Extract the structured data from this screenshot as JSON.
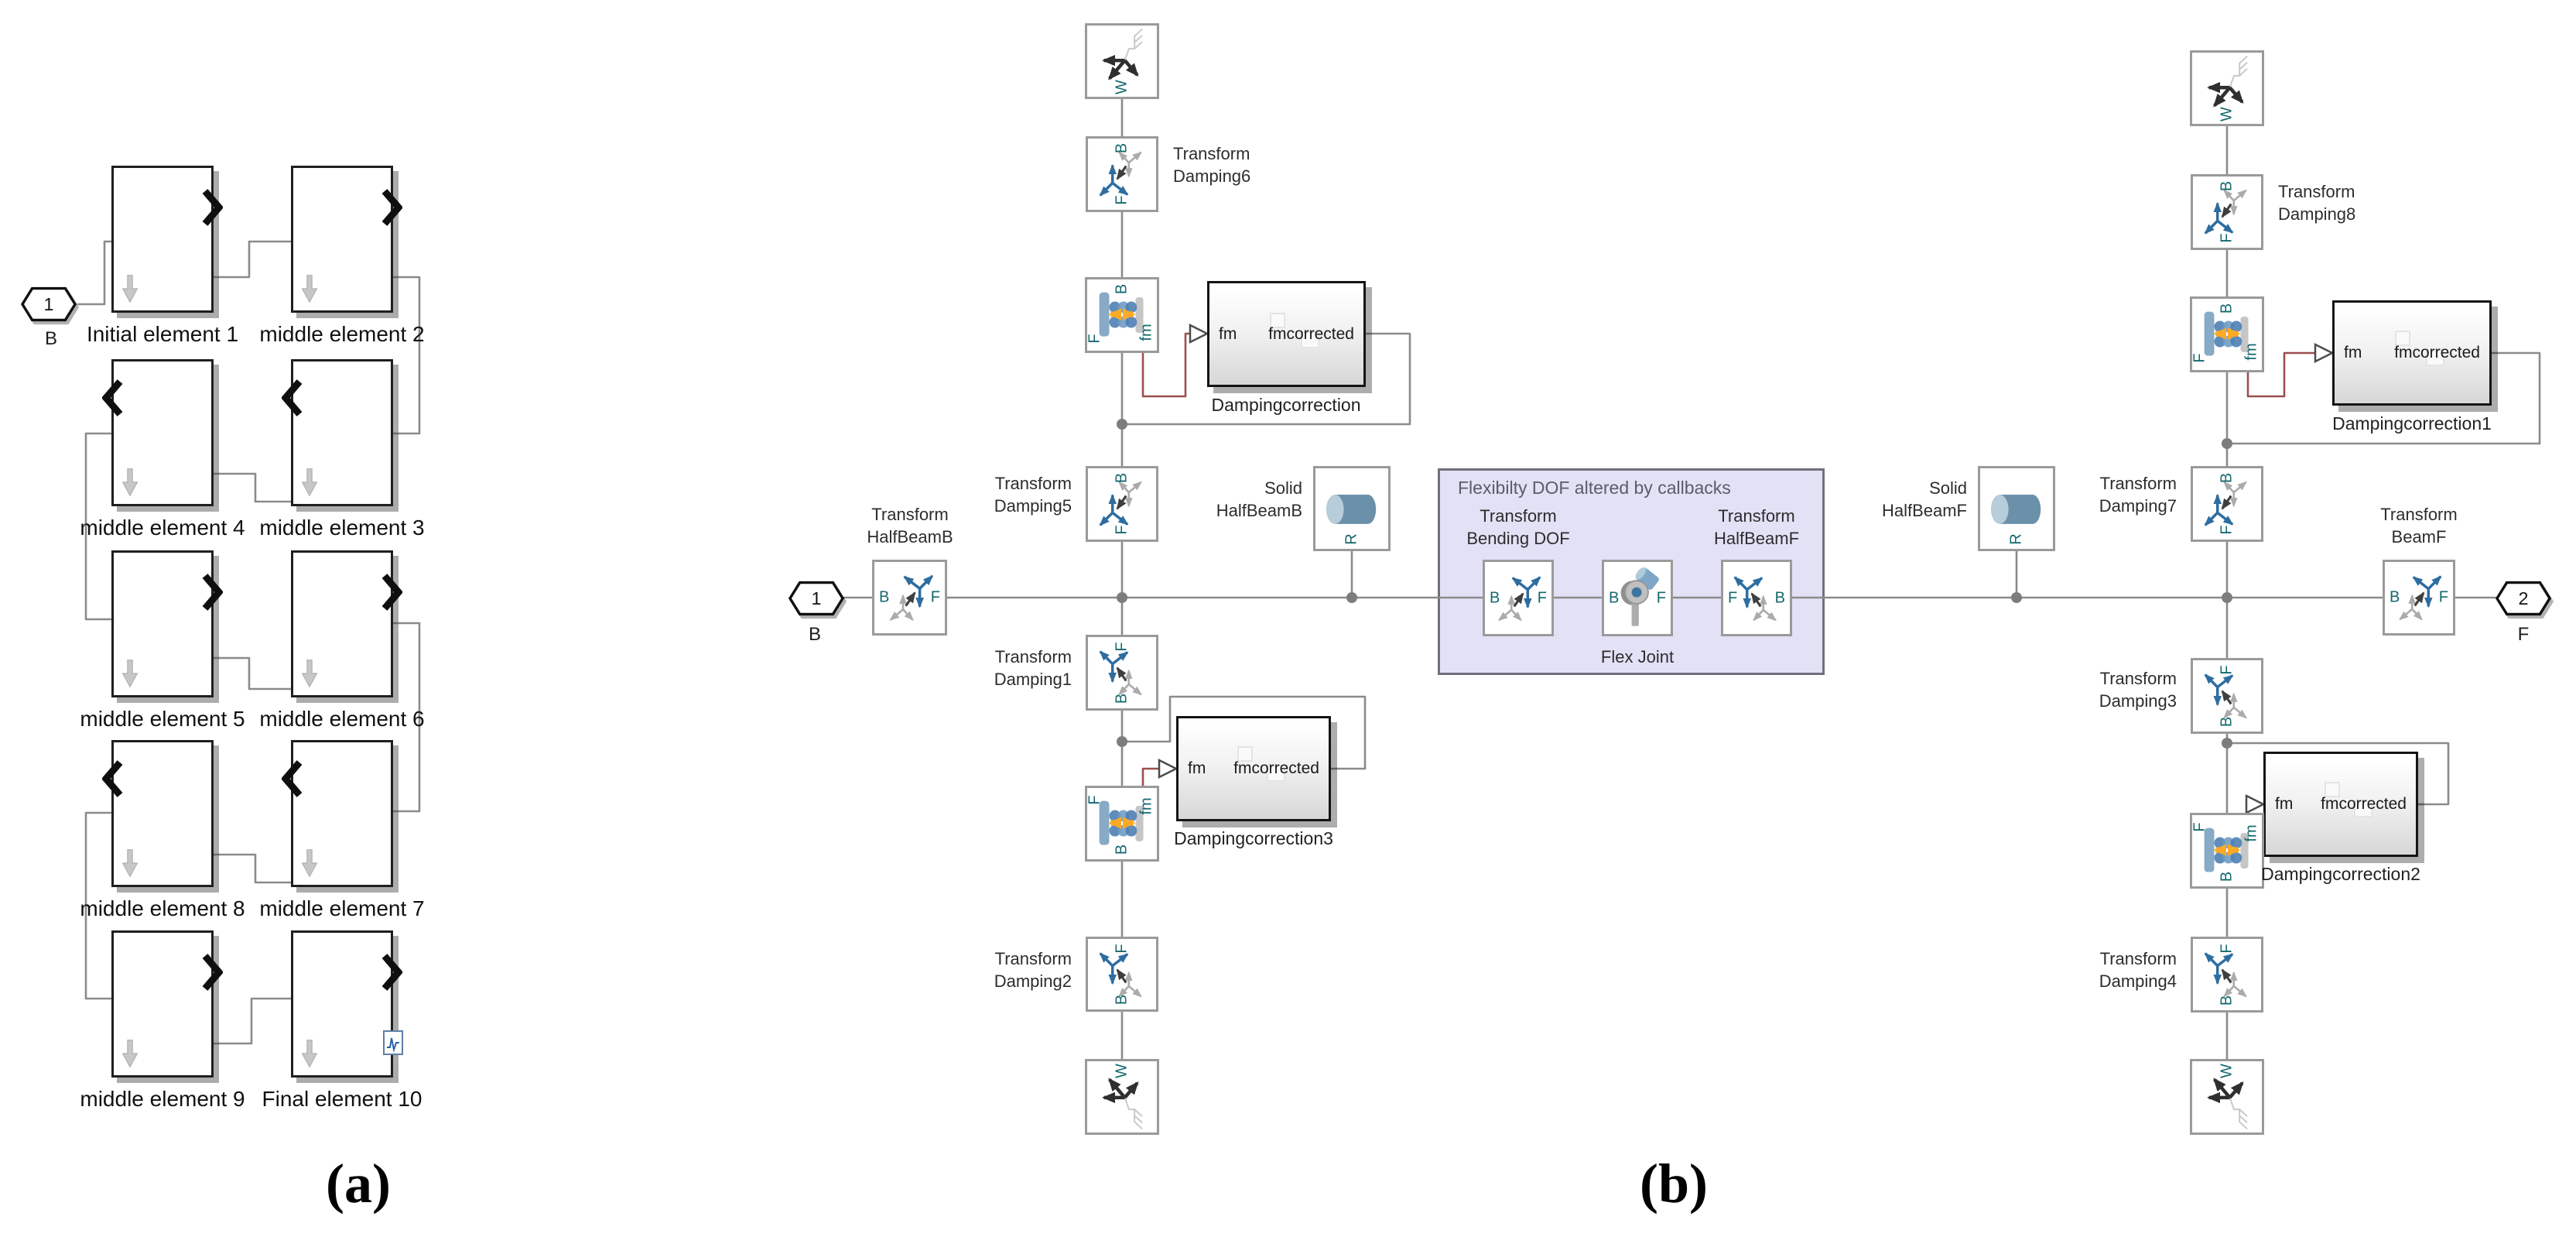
{
  "panel_a": {
    "caption": "(a)",
    "port": {
      "number": "1",
      "label": "B"
    },
    "blocks": [
      {
        "label": "Initial element 1"
      },
      {
        "label": "middle element 2"
      },
      {
        "label": "middle element 3"
      },
      {
        "label": "middle element 4"
      },
      {
        "label": "middle element 5"
      },
      {
        "label": "middle element 6"
      },
      {
        "label": "middle element 7"
      },
      {
        "label": "middle element 8"
      },
      {
        "label": "middle element 9"
      },
      {
        "label": "Final element 10"
      }
    ]
  },
  "panel_b": {
    "caption": "(b)",
    "port_in": {
      "number": "1",
      "label": "B"
    },
    "port_out": {
      "number": "2",
      "label": "F"
    },
    "region_title": "Flexibilty DOF altered by callbacks",
    "io": {
      "input": "fm",
      "output": "fmcorrected"
    },
    "letters": {
      "b": "B",
      "f": "F",
      "w": "W",
      "r": "R",
      "fm": "fm"
    },
    "labels": {
      "damping6": {
        "l1": "Transform",
        "l2": "Damping6"
      },
      "damping8": {
        "l1": "Transform",
        "l2": "Damping8"
      },
      "damping5": {
        "l1": "Transform",
        "l2": "Damping5"
      },
      "damping7": {
        "l1": "Transform",
        "l2": "Damping7"
      },
      "damping1": {
        "l1": "Transform",
        "l2": "Damping1"
      },
      "damping2": {
        "l1": "Transform",
        "l2": "Damping2"
      },
      "damping3": {
        "l1": "Transform",
        "l2": "Damping3"
      },
      "damping4": {
        "l1": "Transform",
        "l2": "Damping4"
      },
      "halfbeamb": {
        "l1": "Transform",
        "l2": "HalfBeamB"
      },
      "halfbeamf": {
        "l1": "Transform",
        "l2": "HalfBeamF"
      },
      "bending": {
        "l1": "Transform",
        "l2": "Bending DOF"
      },
      "beamf": {
        "l1": "Transform",
        "l2": "BeamF"
      },
      "solidb": {
        "l1": "Solid",
        "l2": "HalfBeamB"
      },
      "solidf": {
        "l1": "Solid",
        "l2": "HalfBeamF"
      },
      "flexjoint": "Flex Joint",
      "dc0": "Dampingcorrection",
      "dc1": "Dampingcorrection1",
      "dc2": "Dampingcorrection2",
      "dc3": "Dampingcorrection3"
    }
  }
}
